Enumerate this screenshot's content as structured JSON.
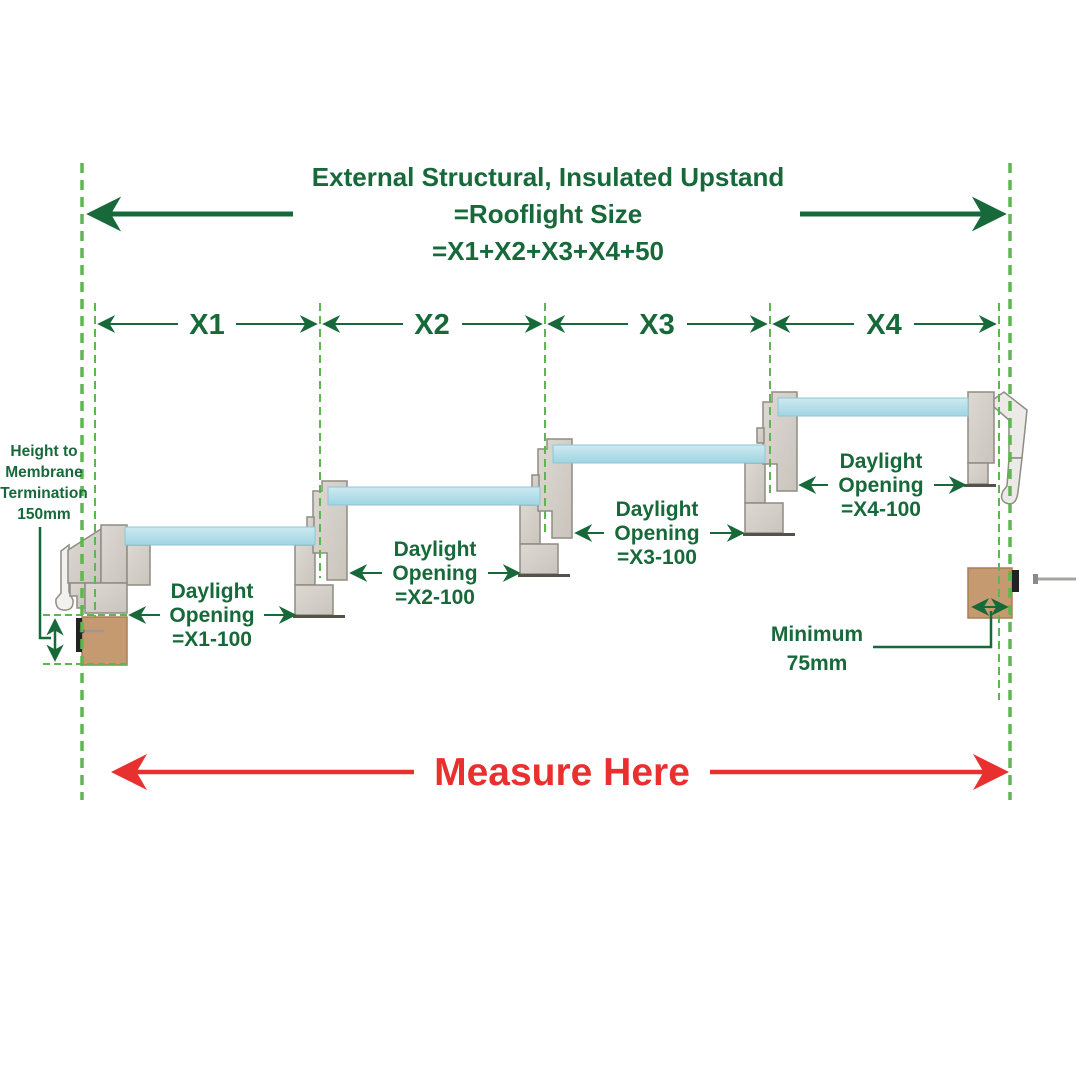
{
  "colors": {
    "dark_green": "#17693a",
    "dashed_green": "#5cb84e",
    "red": "#e8312e",
    "glass_blue": "#a8d8e5",
    "frame_gray": "#d8d4cc",
    "upstand_brown": "#c59a70"
  },
  "title": {
    "line1": "External Structural, Insulated Upstand",
    "line2": "=Rooflight Size",
    "line3": "=X1+X2+X3+X4+50"
  },
  "dimension_labels": [
    "X1",
    "X2",
    "X3",
    "X4"
  ],
  "daylight_labels": [
    {
      "line1": "Daylight",
      "line2": "Opening",
      "line3": "=X1-100"
    },
    {
      "line1": "Daylight",
      "line2": "Opening",
      "line3": "=X2-100"
    },
    {
      "line1": "Daylight",
      "line2": "Opening",
      "line3": "=X3-100"
    },
    {
      "line1": "Daylight",
      "line2": "Opening",
      "line3": "=X4-100"
    }
  ],
  "membrane_note": {
    "line1": "Height to",
    "line2": "Membrane",
    "line3": "Termination",
    "line4": "150mm"
  },
  "minimum_note": {
    "line1": "Minimum",
    "line2": "75mm"
  },
  "measure_label": "Measure Here"
}
